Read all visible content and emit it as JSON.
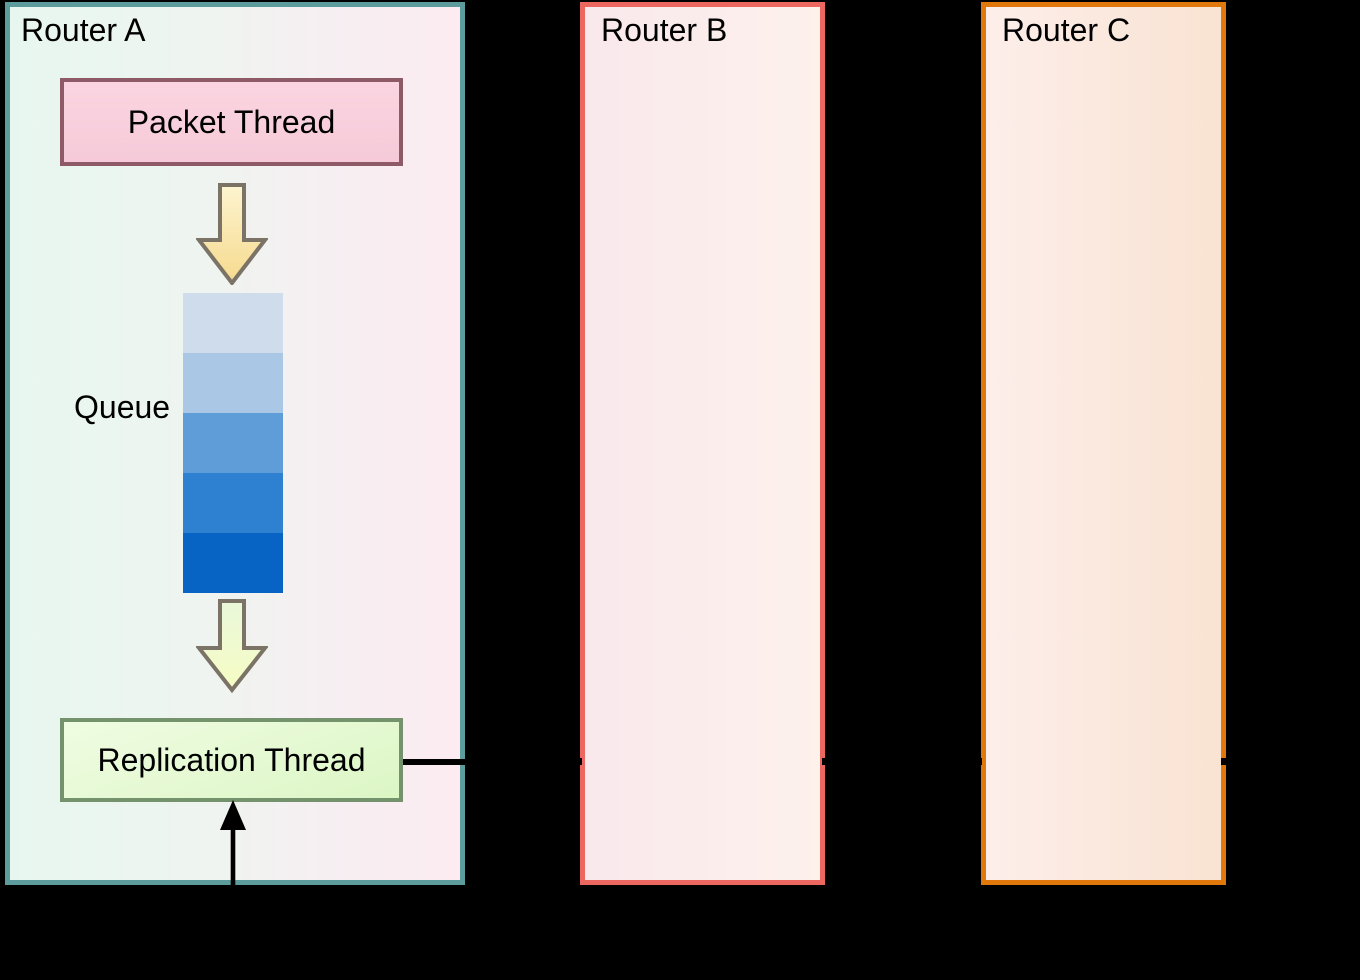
{
  "diagram": {
    "background_color": "#000000",
    "routers": {
      "a": {
        "title": "Router A",
        "border_color": "#5d9c9d",
        "bg_left": "#e7f7ef",
        "bg_right": "#fcecf2"
      },
      "b": {
        "title": "Router B",
        "border_color": "#ec6760",
        "bg_left": "#f9e8ec",
        "bg_right": "#fdf1ec"
      },
      "c": {
        "title": "Router C",
        "border_color": "#e1780c",
        "bg_left": "#fdeeea",
        "bg_right": "#f9e3d2"
      }
    },
    "router_a_contents": {
      "packet_thread": {
        "label": "Packet Thread",
        "fill": "#f9d0dd",
        "border_color": "#8e5a67"
      },
      "queue": {
        "label": "Queue",
        "segment_colors": [
          "#cfdcec",
          "#aac7e6",
          "#5f9dd8",
          "#2e81d0",
          "#0764c5"
        ]
      },
      "replication_thread": {
        "label": "Replication Thread",
        "fill": "#e5f9d3",
        "border_color": "#74936c"
      },
      "icons": {
        "packet_to_queue_arrow": {
          "name": "down-arrow-icon",
          "fill_top": "#fdf4cf",
          "fill_bottom": "#f6da8e",
          "stroke": "#7b7466"
        },
        "queue_to_replication_arrow": {
          "name": "down-arrow-icon",
          "fill_top": "#eaf8da",
          "fill_bottom": "#f6fcc4",
          "stroke": "#7b7466"
        },
        "incoming_up_arrow": {
          "name": "up-arrow-icon",
          "color": "#000000"
        }
      },
      "flow_line_color": "#000000"
    }
  }
}
